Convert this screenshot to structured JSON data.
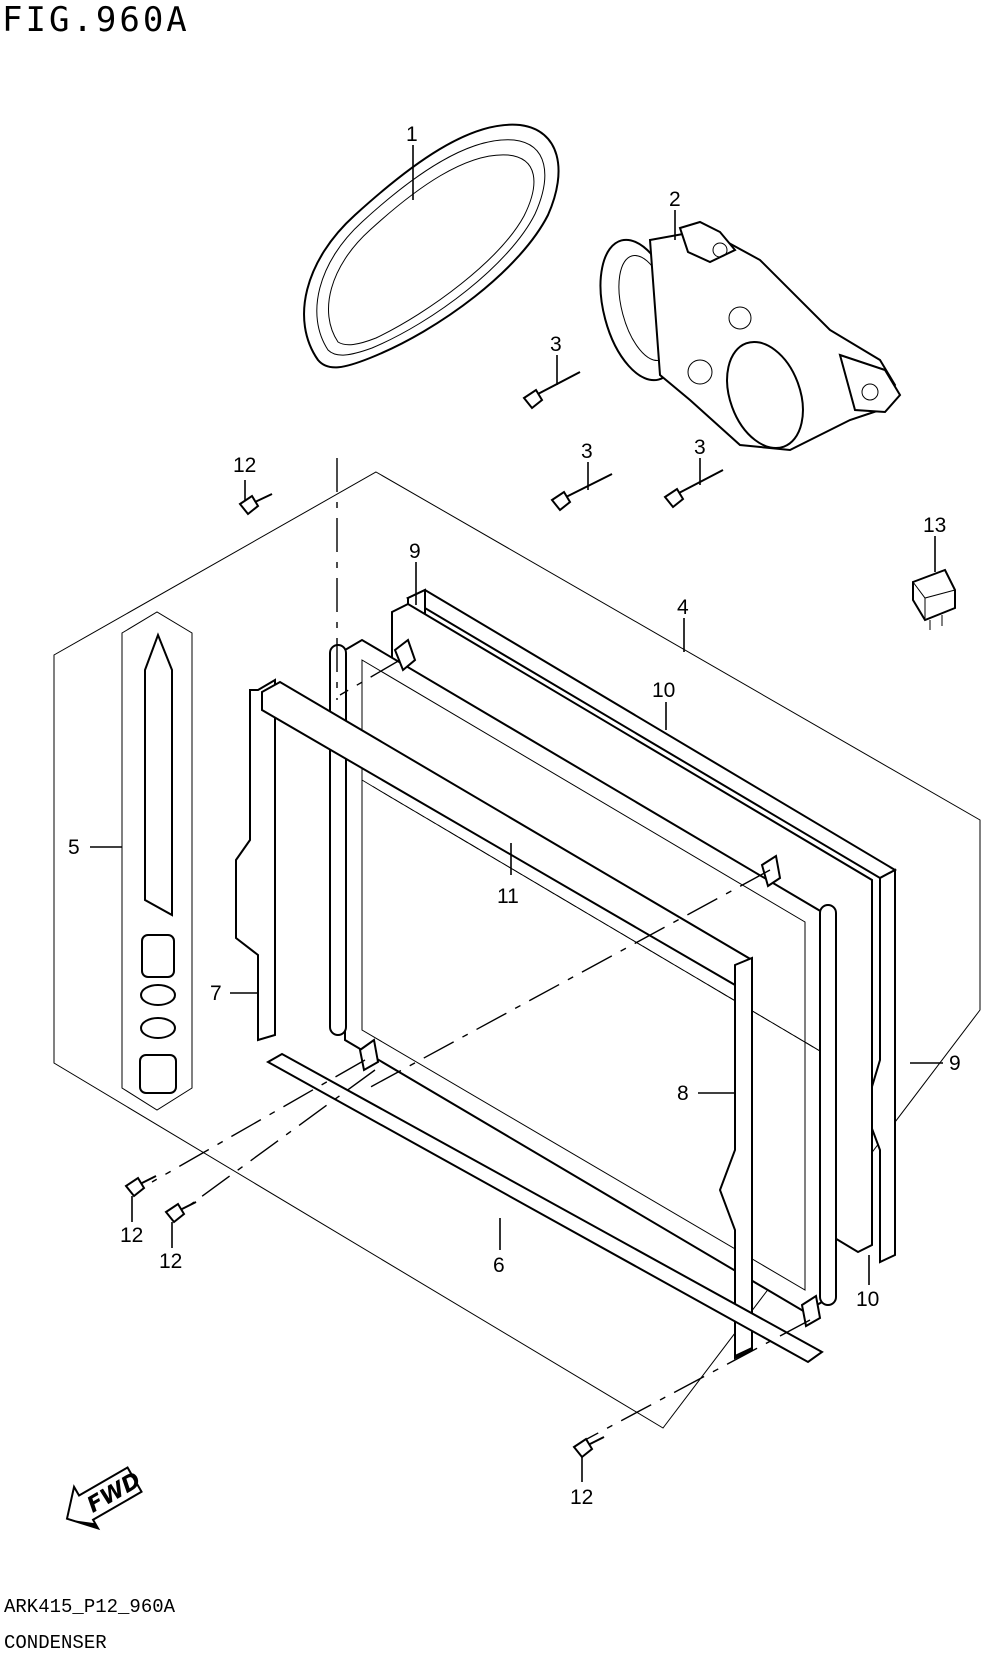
{
  "figure": {
    "title": "FIG.960A",
    "code": "ARK415_P12_960A",
    "name": "CONDENSER"
  },
  "callouts": {
    "c1": "1",
    "c2": "2",
    "c3a": "3",
    "c3b": "3",
    "c3c": "3",
    "c4": "4",
    "c5": "5",
    "c6": "6",
    "c7": "7",
    "c8": "8",
    "c9a": "9",
    "c9b": "9",
    "c10a": "10",
    "c10b": "10",
    "c11": "11",
    "c12a": "12",
    "c12b": "12",
    "c12c": "12",
    "c12d": "12",
    "c13": "13"
  },
  "direction_marker": {
    "label": "FWD",
    "icon": "forward-arrow-icon"
  }
}
